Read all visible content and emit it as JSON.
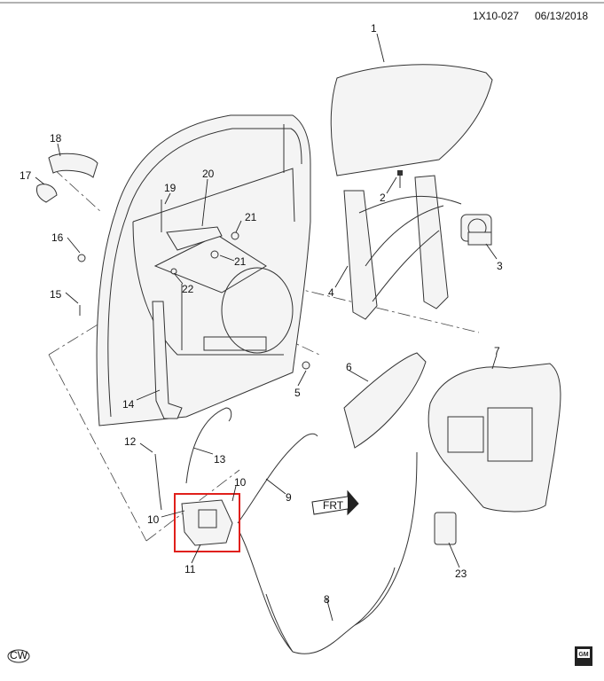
{
  "header": {
    "diagram_id": "1X10-027",
    "date": "06/13/2018"
  },
  "callouts": {
    "c1": "1",
    "c2": "2",
    "c3": "3",
    "c4": "4",
    "c5": "5",
    "c6": "6",
    "c7": "7",
    "c8": "8",
    "c9": "9",
    "c10a": "10",
    "c10b": "10",
    "c11": "11",
    "c12": "12",
    "c13": "13",
    "c14": "14",
    "c15": "15",
    "c16": "16",
    "c17": "17",
    "c18": "18",
    "c19": "19",
    "c20": "20",
    "c21a": "21",
    "c21b": "21",
    "c22": "22",
    "c23": "23"
  },
  "arrow_label": "FRT",
  "footer": {
    "left_badge": "CW",
    "logo_text": "GM"
  },
  "highlight_color": "#e0201b"
}
